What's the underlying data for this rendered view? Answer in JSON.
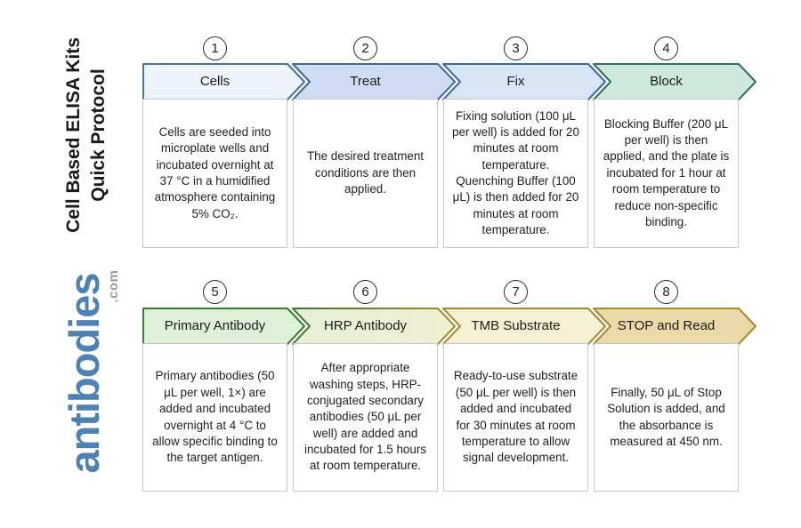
{
  "sidebar": {
    "title_line1": "Cell Based ELISA Kits",
    "title_line2": "Quick Protocol",
    "title_color": "#1a1a1a",
    "logo_text": "antibodies",
    "logo_suffix": ".com",
    "logo_color": "#4e82b4",
    "logo_suffix_color": "#9b9b9b"
  },
  "steps": [
    {
      "number": "1",
      "label": "Cells",
      "description": "Cells are seeded into microplate wells and incubated overnight at 37 °C in a humidified atmosphere containing 5% CO₂.",
      "fill": "#edf3fa",
      "border": "#4a719f"
    },
    {
      "number": "2",
      "label": "Treat",
      "description": "The desired treatment conditions are then applied.",
      "fill": "#cfdcf2",
      "border": "#3f689e"
    },
    {
      "number": "3",
      "label": "Fix",
      "description": "Fixing solution (100 μL per well) is added for 20 minutes at room temperature. Quenching Buffer (100 μL) is then added for 20 minutes at room temperature.",
      "fill": "#d8e5f5",
      "border": "#3f689e"
    },
    {
      "number": "4",
      "label": "Block",
      "description": "Blocking Buffer (200 μL per well) is then applied, and the plate is incubated for 1 hour at room temperature to reduce non-specific binding.",
      "fill": "#cfe8dc",
      "border": "#2e7161"
    },
    {
      "number": "5",
      "label": "Primary Antibody",
      "description": "Primary antibodies (50 μL per well, 1×) are added and incubated overnight at 4 °C to allow specific binding to the target antigen.",
      "fill": "#dff0d8",
      "border": "#3b7830"
    },
    {
      "number": "6",
      "label": "HRP Antibody",
      "description": "After appropriate washing steps, HRP-conjugated secondary antibodies (50 μL per well) are added and incubated for 1.5 hours at room temperature.",
      "fill_left": "#e6f0d8",
      "fill_right": "#f0efd1",
      "border_left": "#3b7830",
      "border_right": "#a9882f"
    },
    {
      "number": "7",
      "label": "TMB Substrate",
      "description": "Ready-to-use substrate (50 μL per well) is then added and incubated for 30 minutes at room temperature to allow signal development.",
      "fill": "#f6f1d4",
      "border": "#a9882f"
    },
    {
      "number": "8",
      "label": "STOP and Read",
      "description": "Finally, 50 μL of Stop Solution is added, and the absorbance is measured at 450 nm.",
      "fill": "#ebd9a9",
      "border": "#a9882f"
    }
  ]
}
